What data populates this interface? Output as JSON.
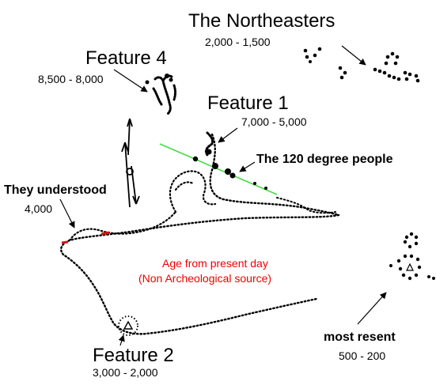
{
  "labels": {
    "northeasters_title": "The Northeasters",
    "northeasters_age": "2,000 - 1,500",
    "feature4_title": "Feature 4",
    "feature4_age": "8,500 - 8,000",
    "feature1_title": "Feature 1",
    "feature1_age": "7,000 - 5,000",
    "people_120": "The 120 degree people",
    "understood_title": "They understood",
    "understood_age": "4,000",
    "age_note_line1": "Age from present day",
    "age_note_line2": "(Non Archeological source)",
    "feature2_title": "Feature 2",
    "feature2_age": "3,000 - 2,000",
    "recent_title": "most resent",
    "recent_age": "500 - 200"
  },
  "colors": {
    "text": "#000000",
    "note": "#ee0000",
    "alignment_line": "#44dd44",
    "highlight": "#dd1111"
  },
  "icons": {
    "feature2_marker": "triangle",
    "recent_marker": "triangle"
  }
}
